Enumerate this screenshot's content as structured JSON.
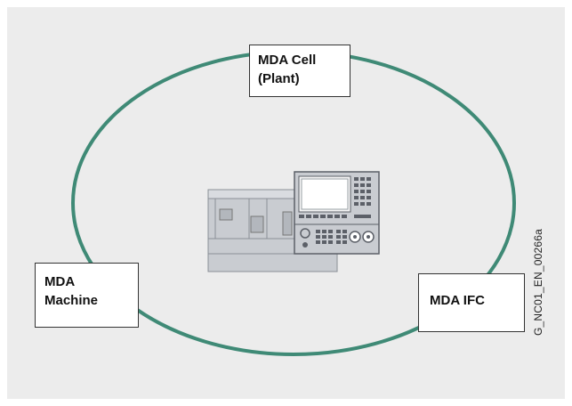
{
  "diagram": {
    "nodes": {
      "cell": [
        "MDA Cell",
        "(Plant)"
      ],
      "machine": [
        "MDA",
        "Machine"
      ],
      "ifc": [
        "MDA IFC"
      ]
    },
    "document_id": "G_NC01_EN_00266a",
    "colors": {
      "ring": "#3f8a76",
      "background": "#ececec",
      "machine_gray": "#c9ccd1",
      "machine_dark": "#8a8f96",
      "panel_dark": "#5c6068"
    },
    "central_icon": "cnc-machine-tool-with-operator-panel"
  }
}
